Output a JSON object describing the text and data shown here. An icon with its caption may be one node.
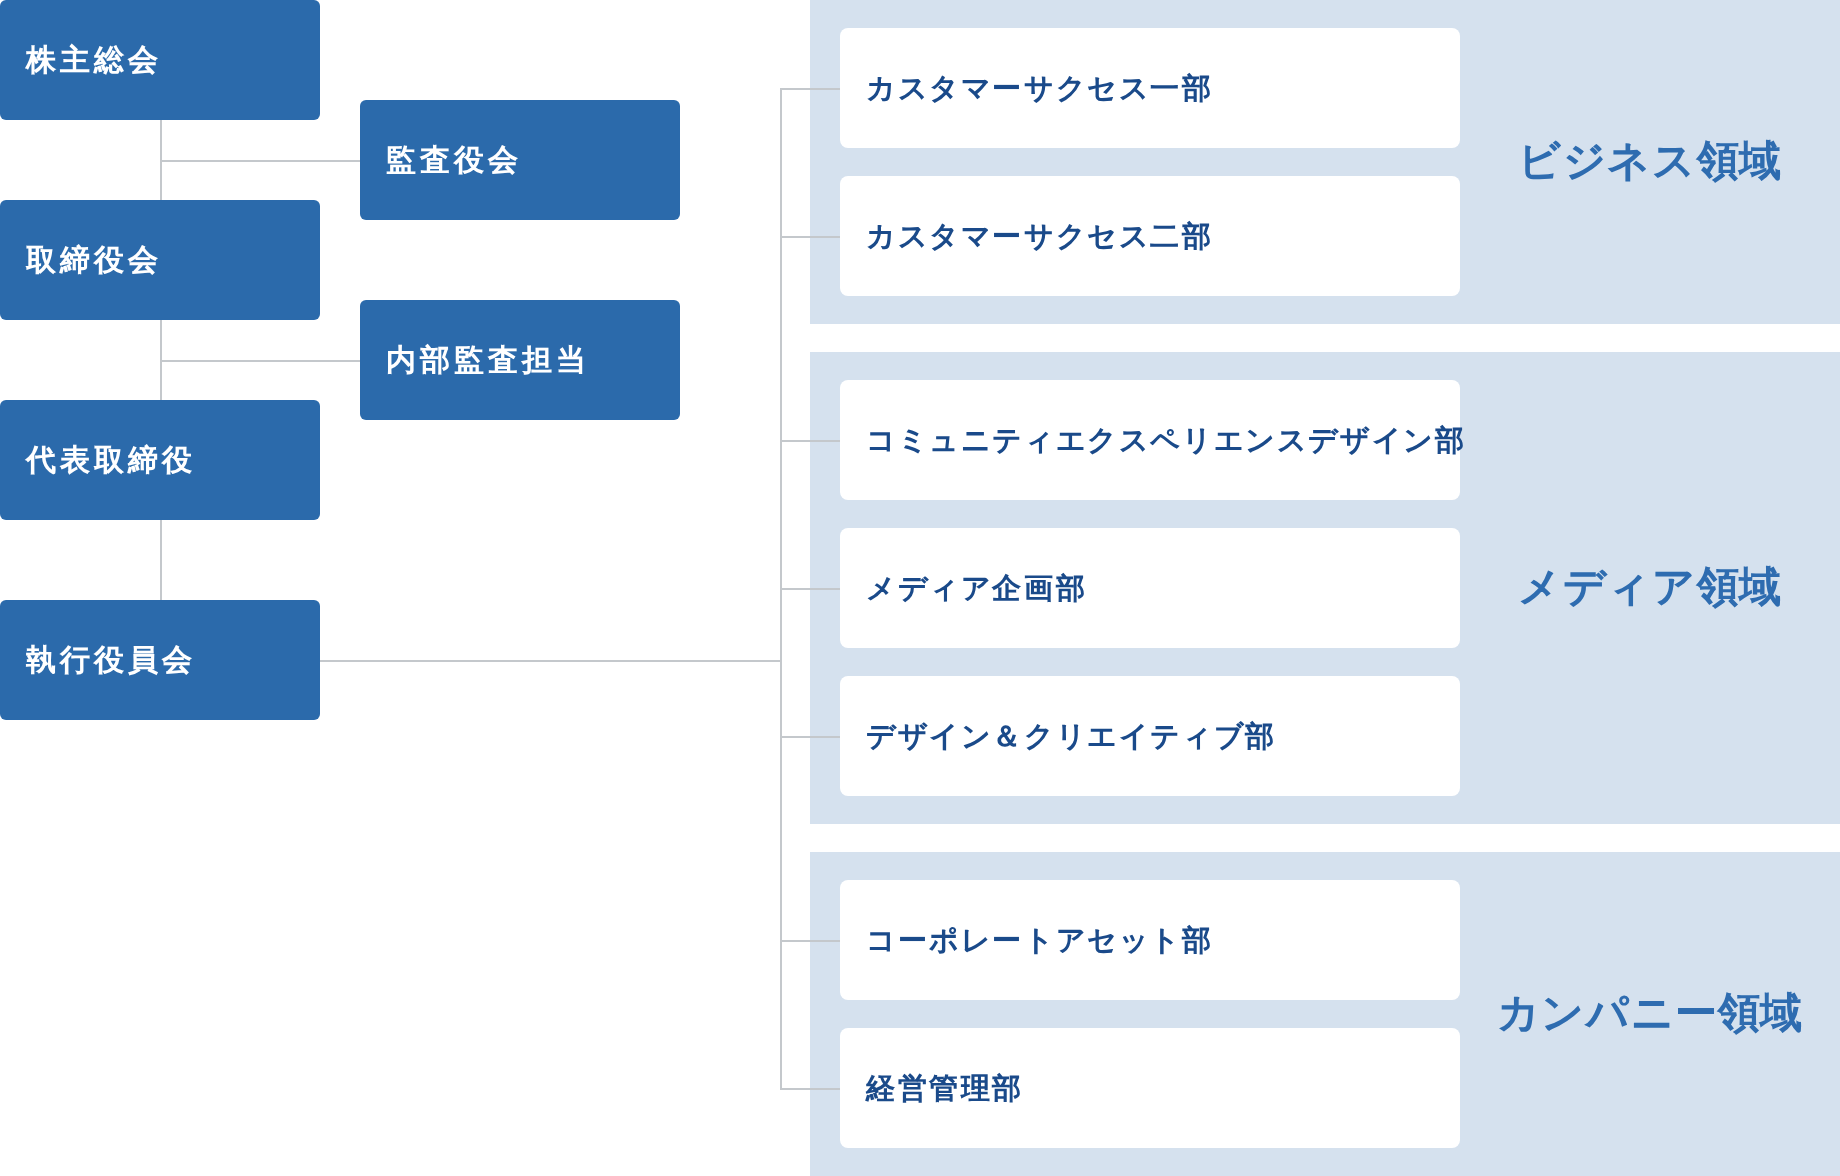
{
  "diagram": {
    "nodes": [
      {
        "text": [
          "株主総会"
        ]
      },
      {
        "text": [
          "監査役会"
        ]
      },
      {
        "text": [
          "取締役会"
        ]
      },
      {
        "text": [
          "内部監査担当"
        ]
      },
      {
        "text": [
          "代表取締役"
        ]
      },
      {
        "text": [
          "執行役員会"
        ]
      },
      {
        "text": [
          "ビジネス領域"
        ]
      },
      {
        "text": [
          "カスタマーサクセス一部"
        ],
        "in": 6
      },
      {
        "text": [
          "カスタマーサクセス二部"
        ],
        "in": 6
      },
      {
        "text": [
          "メディア領域"
        ]
      },
      {
        "text": [
          "コミュニティエクスペリエンスデザイン部"
        ],
        "in": 9
      },
      {
        "text": [
          "メディア企画部"
        ],
        "in": 9
      },
      {
        "text": [
          "デザイン＆クリエイティブ部"
        ],
        "in": 9
      },
      {
        "text": [
          "カンパニー領域"
        ]
      },
      {
        "text": [
          "コーポレートアセット部"
        ],
        "in": 13
      },
      {
        "text": [
          "経営管理部"
        ],
        "in": 13
      }
    ],
    "edges": [
      {
        "from": 0,
        "to": 1,
        "arrow": "none"
      },
      {
        "from": 0,
        "to": 2,
        "arrow": "none"
      },
      {
        "from": 2,
        "to": 3,
        "arrow": "none"
      },
      {
        "from": 2,
        "to": 4,
        "arrow": "none"
      },
      {
        "from": 4,
        "to": 5,
        "arrow": "none"
      },
      {
        "from": 5,
        "to": 7,
        "arrow": "none"
      },
      {
        "from": 5,
        "to": 8,
        "arrow": "none"
      },
      {
        "from": 5,
        "to": 10,
        "arrow": "none"
      },
      {
        "from": 5,
        "to": 11,
        "arrow": "none"
      },
      {
        "from": 5,
        "to": 12,
        "arrow": "none"
      },
      {
        "from": 5,
        "to": 14,
        "arrow": "none"
      },
      {
        "from": 5,
        "to": 15,
        "arrow": "none"
      }
    ]
  }
}
